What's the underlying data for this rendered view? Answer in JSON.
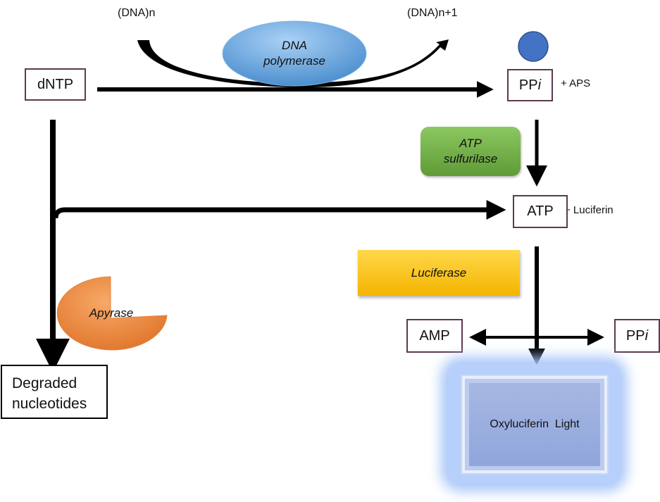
{
  "labels": {
    "dna_n": "(DNA)n",
    "dna_n1": "(DNA)n+1",
    "plus_aps": "+ APS",
    "plus_luciferin": "+ Luciferin"
  },
  "boxes": {
    "dntp": "dNTP",
    "ppi_top_main": "PP",
    "ppi_top_italic": "i",
    "atp": "ATP",
    "amp": "AMP",
    "ppi_bottom_main": "PP",
    "ppi_bottom_italic": "i",
    "degraded_line1": "Degraded",
    "degraded_line2": "nucleotides",
    "oxyluciferin": "Oxyluciferin  Light"
  },
  "enzymes": {
    "dna_polymerase_line1": "DNA",
    "dna_polymerase_line2": "polymerase",
    "atp_sulfurilase_line1": "ATP",
    "atp_sulfurilase_line2": "sulfurilase",
    "luciferase": "Luciferase",
    "apyrase": "Apyrase"
  },
  "colors": {
    "dna_polymerase": "#5b9bd5",
    "atp_sulfurilase": "#70ad47",
    "luciferase": "#ffc000",
    "apyrase": "#ed7d31",
    "ppi_circle": "#4472c4",
    "box_border": "#5b3a4e",
    "glow": "#8fb4f5"
  }
}
